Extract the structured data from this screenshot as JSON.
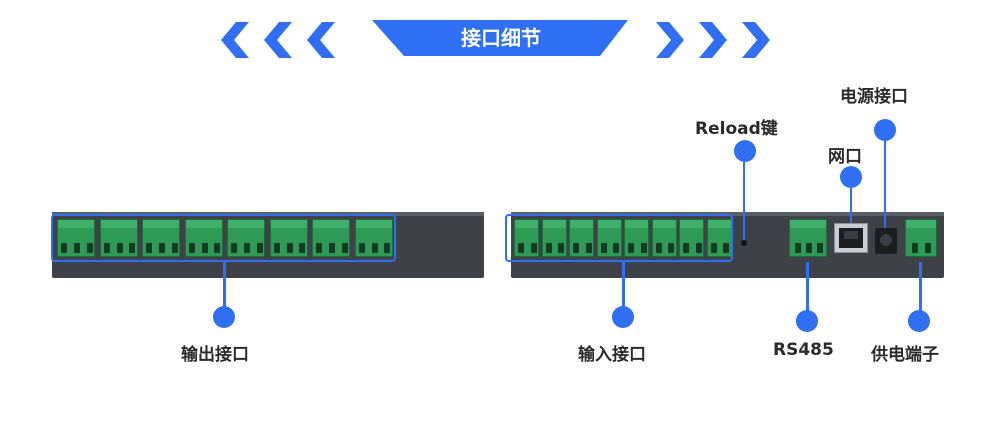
{
  "banner": {
    "title": "接口细节",
    "color": "#2f6ff3"
  },
  "labels": {
    "output": "输出接口",
    "input": "输入接口",
    "reload": "Reload键",
    "network": "网口",
    "power": "电源接口",
    "rs485": "RS485",
    "supply": "供电端子"
  },
  "colors": {
    "accent": "#2f6ff3",
    "device": "#3e4147",
    "terminal": "#2f9a55",
    "text": "#2b2b2b"
  }
}
